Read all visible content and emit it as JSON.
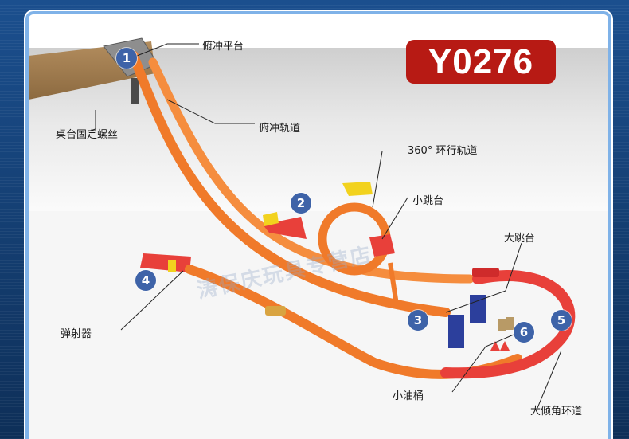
{
  "product_code": "Y0276",
  "watermark": "涛保庆玩具专营店",
  "labels": {
    "launch_platform": "俯冲平台",
    "clamp": "桌台固定螺丝",
    "dive_track": "俯冲轨道",
    "loop": "360° 环行轨道",
    "small_ramp": "小跳台",
    "big_ramp": "大跳台",
    "launcher": "弹射器",
    "oil_barrels": "小油桶",
    "banked_curve": "大倾角环道"
  },
  "markers": [
    "1",
    "2",
    "3",
    "4",
    "5",
    "6"
  ],
  "colors": {
    "track_orange": "#f07a2a",
    "curve_red": "#e8403a",
    "badge_red": "#b71a14",
    "marker_blue": "#3e63a8"
  }
}
